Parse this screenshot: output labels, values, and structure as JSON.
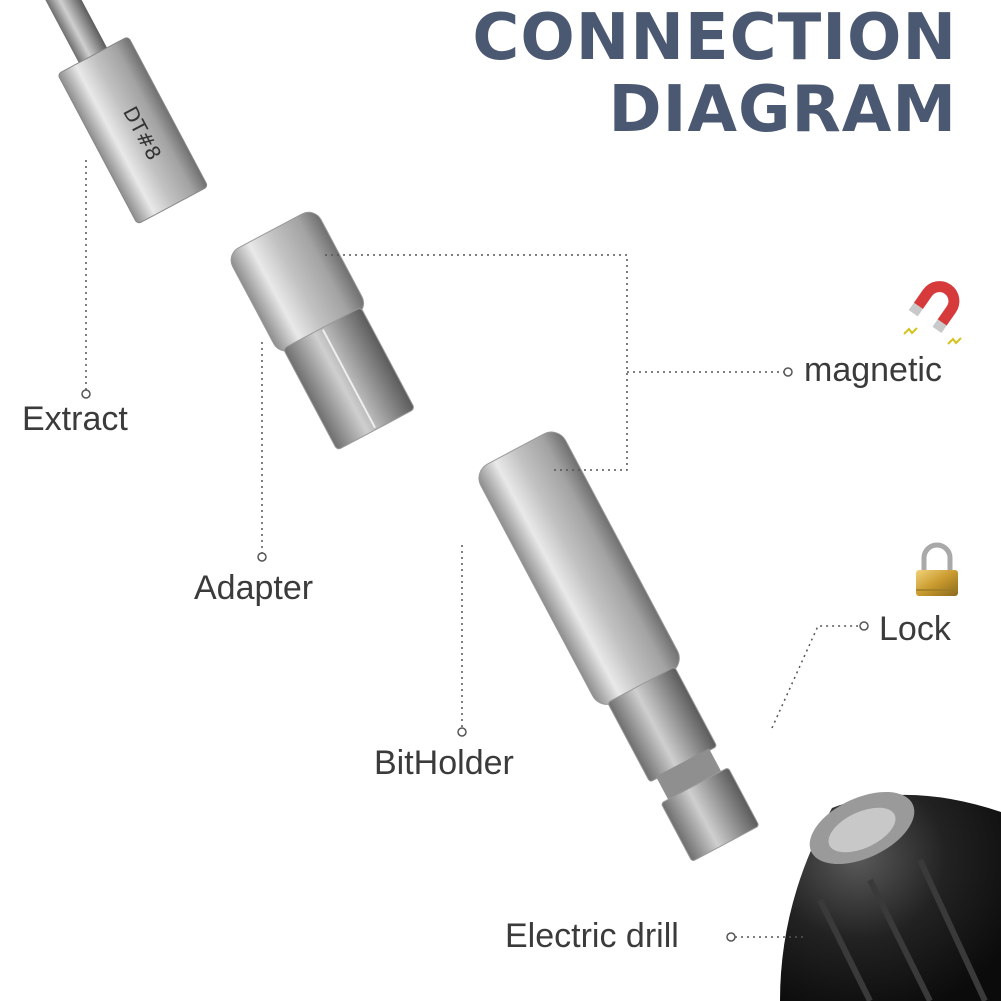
{
  "title": {
    "line1": "CONNECTION",
    "line2": "DIAGRAM"
  },
  "labels": {
    "extract": "Extract",
    "adapter": "Adapter",
    "bitholder": "BitHolder",
    "magnetic": "magnetic",
    "lock": "Lock",
    "drill": "Electric drill"
  },
  "bit_marking": "DT#8",
  "icons": {
    "magnetic": "magnet-icon",
    "lock": "padlock-icon"
  },
  "colors": {
    "title": "#4b5872",
    "label": "#3b3b3b",
    "leader": "#555555"
  }
}
